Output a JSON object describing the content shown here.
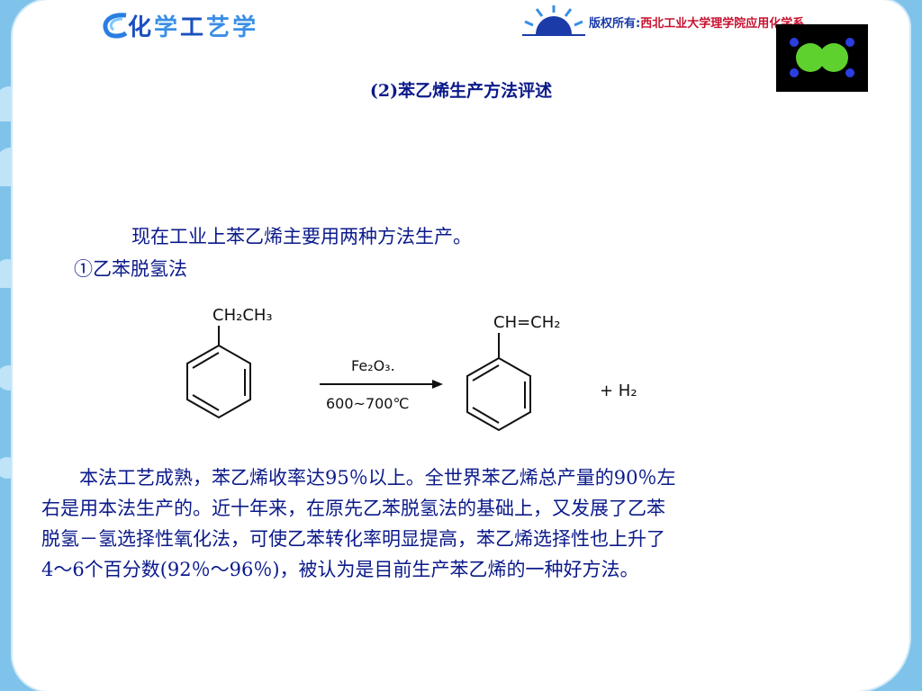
{
  "header": {
    "logo_text": [
      "化",
      "学",
      "工",
      "艺",
      "学"
    ],
    "copyright_label": "版权所有:",
    "copyright_owner": "西北工业大学理学院应用化学系"
  },
  "slide": {
    "title": "(2)苯乙烯生产方法评述",
    "intro": "现在工业上苯乙烯主要用两种方法生产。",
    "method": "①乙苯脱氢法",
    "paragraph_lines": [
      "本法工艺成熟，苯乙烯收率达95％以上。全世界苯乙烯总产量的90％左",
      "右是用本法生产的。近十年来，在原先乙苯脱氢法的基础上，又发展了乙苯",
      "脱氢－氢选择性氧化法，可使乙苯转化率明显提高，苯乙烯选择性也上升了",
      "4～6个百分数(92％～96％)，被认为是目前生产苯乙烯的一种好方法。"
    ]
  },
  "reaction": {
    "reactant_group": "CH₂CH₃",
    "catalyst": "Fe₂O₃.",
    "conditions": "600~700℃",
    "product_group": "CH=CH₂",
    "byproduct": "+  H₂"
  },
  "colors": {
    "text": "#0b1a8a",
    "background": "#7fc3ea",
    "card": "#ffffff"
  },
  "icons": [
    "swirl-logo-icon",
    "sun-logo-icon",
    "molecule-icon",
    "benzene-ring-icon"
  ]
}
